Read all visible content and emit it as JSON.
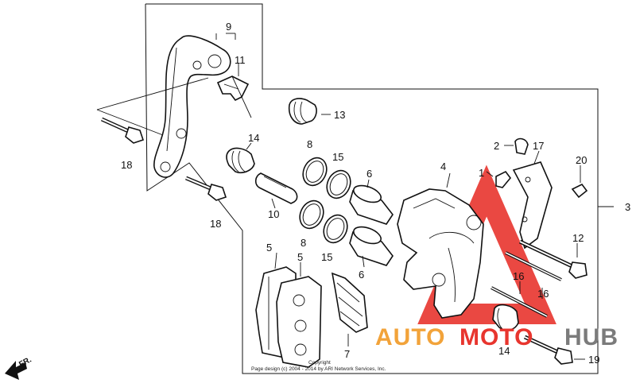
{
  "diagram": {
    "callouts": {
      "c1": "1",
      "c2": "2",
      "c3": "3",
      "c4": "4",
      "c5a": "5",
      "c5b": "5",
      "c6a": "6",
      "c6b": "6",
      "c7": "7",
      "c8a": "8",
      "c8b": "8",
      "c9": "9",
      "c10": "10",
      "c11": "11",
      "c12": "12",
      "c13": "13",
      "c14a": "14",
      "c14b": "14",
      "c15a": "15",
      "c15b": "15",
      "c16a": "16",
      "c16b": "16",
      "c17": "17",
      "c18a": "18",
      "c18b": "18",
      "c19": "19",
      "c20": "20"
    },
    "front_indicator": "FR.",
    "copyright": {
      "line1": "Copyright",
      "line2": "Page design (c) 2004 - 2014 by ARI Network Services, Inc."
    }
  },
  "watermark": {
    "text_auto": "AUTO",
    "text_moto": "MOTO",
    "text_hub": "HUB",
    "colors": {
      "red": "#e8352e",
      "orange": "#f2a33a",
      "gray": "#7b7b7b"
    }
  }
}
